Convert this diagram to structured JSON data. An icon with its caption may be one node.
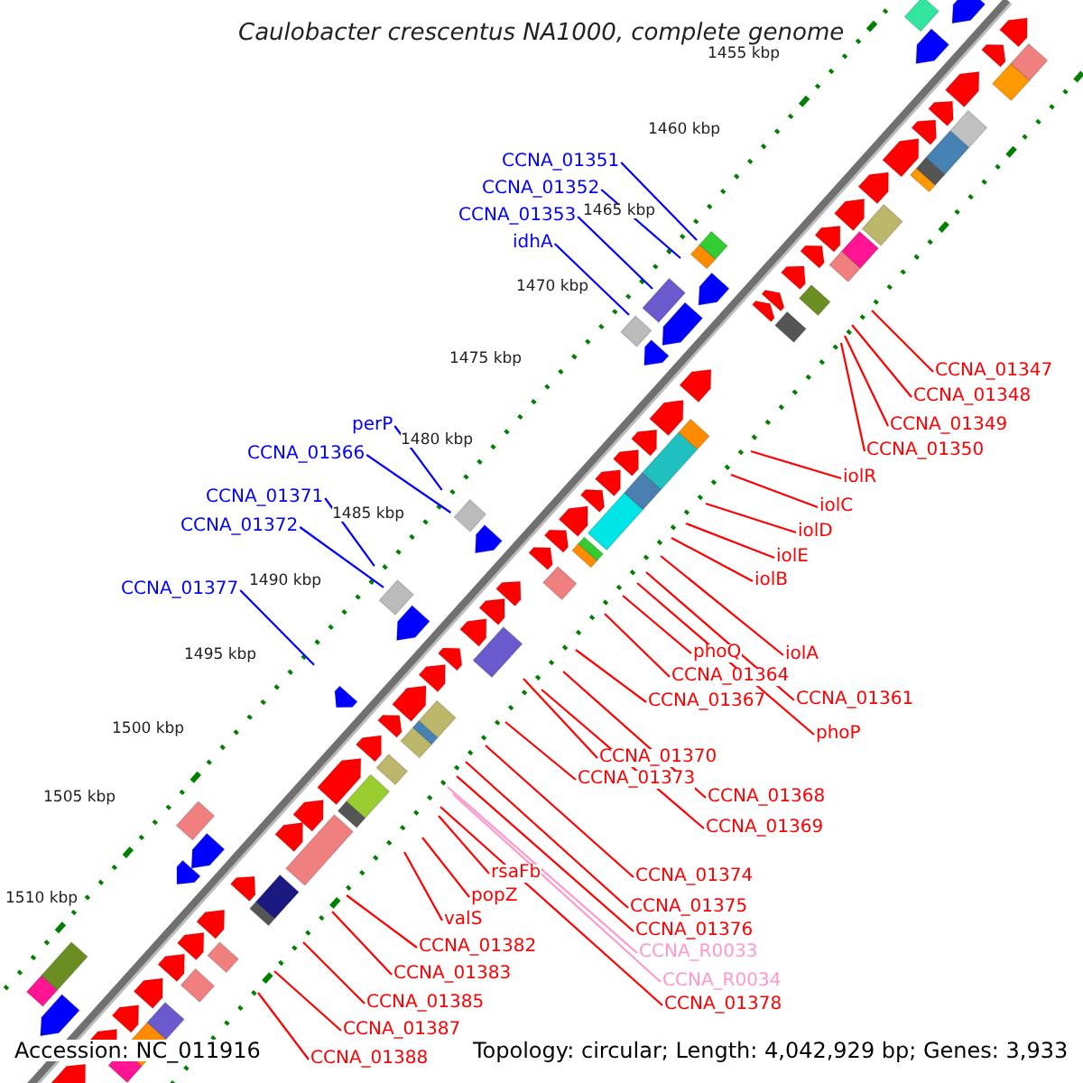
{
  "diagram": {
    "title": "Caulobacter crescentus NA1000, complete genome",
    "nodes": [
      {
        "text": [
          "CCNA_01351"
        ]
      },
      {
        "text": [
          "CCNA_01352"
        ]
      },
      {
        "text": [
          "CCNA_01353"
        ]
      },
      {
        "text": [
          "idhA"
        ]
      },
      {
        "text": [
          "CCNA_01347"
        ]
      },
      {
        "text": [
          "CCNA_01348"
        ]
      },
      {
        "text": [
          "CCNA_01349"
        ]
      },
      {
        "text": [
          "perP"
        ]
      },
      {
        "text": [
          "CCNA_01350"
        ]
      },
      {
        "text": [
          "CCNA_01366"
        ]
      },
      {
        "text": [
          "iolR"
        ]
      },
      {
        "text": [
          "CCNA_01371"
        ]
      },
      {
        "text": [
          "iolC"
        ]
      },
      {
        "text": [
          "CCNA_01372"
        ]
      },
      {
        "text": [
          "iolD"
        ]
      },
      {
        "text": [
          "iolE"
        ]
      },
      {
        "text": [
          "iolB"
        ]
      },
      {
        "text": [
          "CCNA_01377"
        ]
      },
      {
        "text": [
          "phoQ"
        ]
      },
      {
        "text": [
          "iolA"
        ]
      },
      {
        "text": [
          "CCNA_01364"
        ]
      },
      {
        "text": [
          "CCNA_01361"
        ]
      },
      {
        "text": [
          "CCNA_01367"
        ]
      },
      {
        "text": [
          "phoP"
        ]
      },
      {
        "text": [
          "CCNA_01370"
        ]
      },
      {
        "text": [
          "CCNA_01373"
        ]
      },
      {
        "text": [
          "CCNA_01368"
        ]
      },
      {
        "text": [
          "CCNA_01369"
        ]
      },
      {
        "text": [
          "rsaFb"
        ]
      },
      {
        "text": [
          "CCNA_01374"
        ]
      },
      {
        "text": [
          "popZ"
        ]
      },
      {
        "text": [
          "CCNA_01375"
        ]
      },
      {
        "text": [
          "valS"
        ]
      },
      {
        "text": [
          "CCNA_01376"
        ]
      },
      {
        "text": [
          "CCNA_01382"
        ]
      },
      {
        "text": [
          "CCNA_R0033"
        ]
      },
      {
        "text": [
          "CCNA_01383"
        ]
      },
      {
        "text": [
          "CCNA_R0034"
        ]
      },
      {
        "text": [
          "CCNA_01385"
        ]
      },
      {
        "text": [
          "CCNA_01378"
        ]
      },
      {
        "text": [
          "CCNA_01387"
        ]
      },
      {
        "text": [
          "CCNA_01388"
        ]
      }
    ],
    "edges": [
      {
        "from": 0,
        "to": null,
        "arrow": "none",
        "color": "#0000ff"
      },
      {
        "from": 1,
        "to": null,
        "arrow": "none",
        "color": "#0000ff"
      },
      {
        "from": 2,
        "to": null,
        "arrow": "none",
        "color": "#0000ff"
      },
      {
        "from": 3,
        "to": null,
        "arrow": "none",
        "color": "#0000ff"
      },
      {
        "from": 4,
        "to": null,
        "arrow": "none"
      },
      {
        "from": 5,
        "to": null,
        "arrow": "none"
      },
      {
        "from": 6,
        "to": null,
        "arrow": "none"
      },
      {
        "from": 7,
        "to": null,
        "arrow": "none",
        "color": "#0000ff"
      },
      {
        "from": 8,
        "to": null,
        "arrow": "none"
      },
      {
        "from": 9,
        "to": null,
        "arrow": "none",
        "color": "#0000ff"
      },
      {
        "from": 10,
        "to": null,
        "arrow": "none"
      },
      {
        "from": 11,
        "to": null,
        "arrow": "none",
        "color": "#0000ff"
      },
      {
        "from": 12,
        "to": null,
        "arrow": "none"
      },
      {
        "from": 13,
        "to": null,
        "arrow": "none",
        "color": "#0000ff"
      },
      {
        "from": 14,
        "to": null,
        "arrow": "none"
      },
      {
        "from": 15,
        "to": null,
        "arrow": "none"
      },
      {
        "from": 16,
        "to": null,
        "arrow": "none"
      },
      {
        "from": 17,
        "to": null,
        "arrow": "none",
        "color": "#0000ff"
      },
      {
        "from": 18,
        "to": null,
        "arrow": "none"
      },
      {
        "from": 19,
        "to": null,
        "arrow": "none"
      },
      {
        "from": 20,
        "to": null,
        "arrow": "none"
      },
      {
        "from": 21,
        "to": null,
        "arrow": "none"
      },
      {
        "from": 22,
        "to": null,
        "arrow": "none"
      },
      {
        "from": 23,
        "to": null,
        "arrow": "none"
      },
      {
        "from": 24,
        "to": null,
        "arrow": "none"
      },
      {
        "from": 25,
        "to": null,
        "arrow": "none"
      },
      {
        "from": 26,
        "to": null,
        "arrow": "none"
      },
      {
        "from": 27,
        "to": null,
        "arrow": "none"
      },
      {
        "from": 28,
        "to": null,
        "arrow": "none"
      },
      {
        "from": 29,
        "to": null,
        "arrow": "none"
      },
      {
        "from": 30,
        "to": null,
        "arrow": "none"
      },
      {
        "from": 31,
        "to": null,
        "arrow": "none"
      },
      {
        "from": 32,
        "to": null,
        "arrow": "none"
      },
      {
        "from": 33,
        "to": null,
        "arrow": "none"
      },
      {
        "from": 34,
        "to": null,
        "arrow": "none"
      },
      {
        "from": 35,
        "to": null,
        "arrow": "none",
        "color": "#ff99cc"
      },
      {
        "from": 36,
        "to": null,
        "arrow": "none"
      },
      {
        "from": 37,
        "to": null,
        "arrow": "none",
        "color": "#ff99cc"
      },
      {
        "from": 38,
        "to": null,
        "arrow": "none"
      },
      {
        "from": 39,
        "to": null,
        "arrow": "none"
      },
      {
        "from": 40,
        "to": null,
        "arrow": "none"
      },
      {
        "from": 41,
        "to": null,
        "arrow": "none"
      }
    ],
    "labels": [
      "1455 kbp",
      "1460 kbp",
      "1465 kbp",
      "1470 kbp",
      "1475 kbp",
      "1480 kbp",
      "1485 kbp",
      "1490 kbp",
      "1495 kbp",
      "1500 kbp",
      "1505 kbp",
      "1510 kbp",
      "Accession: NC_011916",
      "Topology: circular; Length: 4,042,929 bp; Genes: 3,933"
    ]
  }
}
